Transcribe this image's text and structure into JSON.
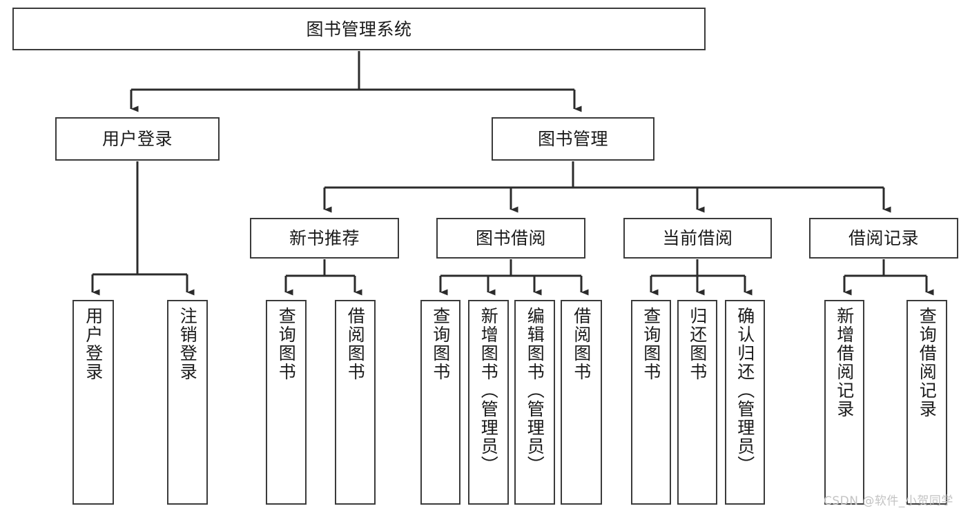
{
  "diagram": {
    "title": "图书管理系统",
    "type": "hierarchy-tree",
    "levels": 4,
    "nodes": {
      "root": {
        "label": "图书管理系统",
        "orientation": "horizontal"
      },
      "l2": [
        {
          "label": "用户登录",
          "orientation": "horizontal"
        },
        {
          "label": "图书管理",
          "orientation": "horizontal"
        }
      ],
      "l3": [
        {
          "label": "新书推荐",
          "orientation": "horizontal"
        },
        {
          "label": "图书借阅",
          "orientation": "horizontal"
        },
        {
          "label": "当前借阅",
          "orientation": "horizontal"
        },
        {
          "label": "借阅记录",
          "orientation": "horizontal"
        }
      ],
      "leaves": [
        {
          "label": "用户登录",
          "orientation": "vertical",
          "parent": "用户登录"
        },
        {
          "label": "注销登录",
          "orientation": "vertical",
          "parent": "用户登录"
        },
        {
          "label": "查询图书",
          "orientation": "vertical",
          "parent": "新书推荐"
        },
        {
          "label": "借阅图书",
          "orientation": "vertical",
          "parent": "新书推荐"
        },
        {
          "label": "查询图书",
          "orientation": "vertical",
          "parent": "图书借阅"
        },
        {
          "label": "新增图书（管理员）",
          "orientation": "vertical",
          "parent": "图书借阅"
        },
        {
          "label": "编辑图书（管理员）",
          "orientation": "vertical",
          "parent": "图书借阅"
        },
        {
          "label": "借阅图书",
          "orientation": "vertical",
          "parent": "图书借阅"
        },
        {
          "label": "查询图书",
          "orientation": "vertical",
          "parent": "当前借阅"
        },
        {
          "label": "归还图书",
          "orientation": "vertical",
          "parent": "当前借阅"
        },
        {
          "label": "确认归还（管理员）",
          "orientation": "vertical",
          "parent": "当前借阅"
        },
        {
          "label": "新增借阅记录",
          "orientation": "vertical",
          "parent": "借阅记录"
        },
        {
          "label": "查询借阅记录",
          "orientation": "vertical",
          "parent": "借阅记录"
        }
      ]
    },
    "colors": {
      "background": "#ffffff",
      "node_border": "#3a3a3a",
      "node_fill": "#ffffff",
      "text": "#1a1a1a",
      "edge": "#2b2b2b",
      "watermark": "#c3c3c3"
    }
  },
  "watermark": {
    "text": "CSDN @软件_小贺同学"
  }
}
